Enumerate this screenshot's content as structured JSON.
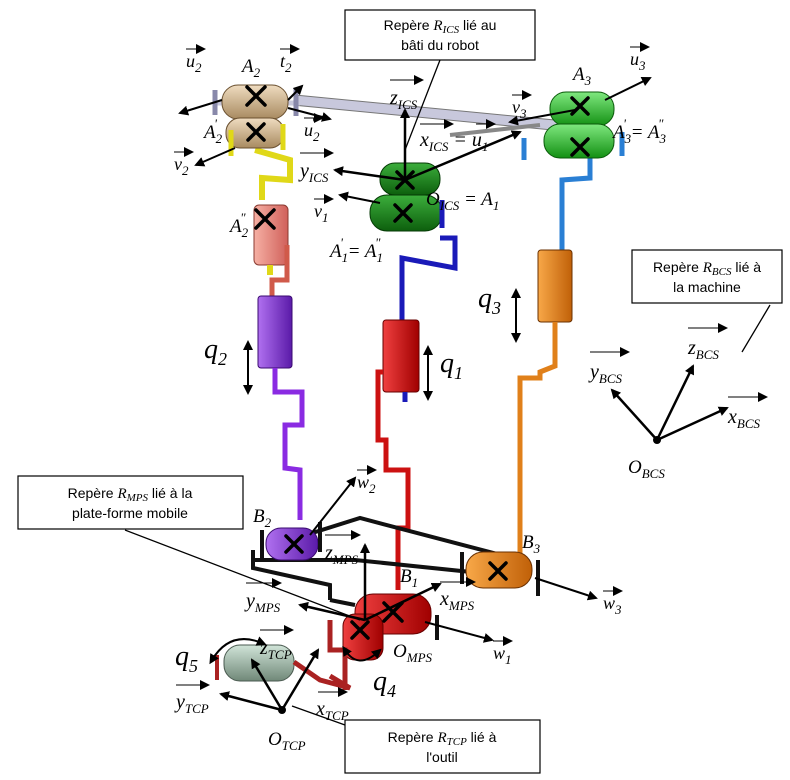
{
  "callouts": {
    "ics": {
      "line1_pre": "Repère ",
      "line1_sym": "R",
      "line1_sub": "ICS",
      "line1_post": " lié au",
      "line2": "bâti du robot"
    },
    "bcs": {
      "line1_pre": "Repère ",
      "line1_sym": "R",
      "line1_sub": "BCS",
      "line1_post": " lié à",
      "line2": "la machine"
    },
    "mps": {
      "line1_pre": "Repère ",
      "line1_sym": "R",
      "line1_sub": "MPS",
      "line1_post": " lié à la",
      "line2": "plate-forme mobile"
    },
    "tcp": {
      "line1_pre": "Repère ",
      "line1_sym": "R",
      "line1_sub": "TCP",
      "line1_post": " lié à",
      "line2": "l'outil"
    }
  },
  "joints": {
    "q1": {
      "main": "q",
      "sub": "1"
    },
    "q2": {
      "main": "q",
      "sub": "2"
    },
    "q3": {
      "main": "q",
      "sub": "3"
    },
    "q4": {
      "main": "q",
      "sub": "4"
    },
    "q5": {
      "main": "q",
      "sub": "5"
    }
  },
  "points": {
    "A2": {
      "main": "A",
      "sub": "2"
    },
    "A2p": {
      "main": "A",
      "sub": "2",
      "sup": "'"
    },
    "A2pp": {
      "main": "A",
      "sub": "2",
      "sup": "\""
    },
    "A3": {
      "main": "A",
      "sub": "3"
    },
    "A3eq": {
      "main": "A",
      "sub": "3",
      "sup": "'",
      "eq": " = ",
      "main2": "A",
      "sub2": "3",
      "sup2": "\""
    },
    "A1eq": {
      "main": "A",
      "sub": "1",
      "sup": "'",
      "eq": " = ",
      "main2": "A",
      "sub2": "1",
      "sup2": "\""
    },
    "OICS": {
      "main": "O",
      "sub": "ICS",
      "eq": " = ",
      "main2": "A",
      "sub2": "1"
    },
    "B1": {
      "main": "B",
      "sub": "1"
    },
    "B2": {
      "main": "B",
      "sub": "2"
    },
    "B3": {
      "main": "B",
      "sub": "3"
    },
    "OMPS": {
      "main": "O",
      "sub": "MPS"
    },
    "OTCP": {
      "main": "O",
      "sub": "TCP"
    },
    "OBCS": {
      "main": "O",
      "sub": "BCS"
    }
  },
  "vectors": {
    "u2": {
      "main": "u",
      "sub": "2"
    },
    "t2": {
      "main": "t",
      "sub": "2"
    },
    "u2p": {
      "main": "u",
      "sub": "2",
      "sup": "'"
    },
    "v2": {
      "main": "v",
      "sub": "2"
    },
    "u3": {
      "main": "u",
      "sub": "3"
    },
    "v3": {
      "main": "v",
      "sub": "3"
    },
    "v1": {
      "main": "v",
      "sub": "1"
    },
    "zICS": {
      "main": "z",
      "sub": "ICS"
    },
    "xICS": {
      "main": "x",
      "sub": "ICS",
      "eq": " = ",
      "main2": "u",
      "sub2": "1"
    },
    "yICS": {
      "main": "y",
      "sub": "ICS"
    },
    "zBCS": {
      "main": "z",
      "sub": "BCS"
    },
    "yBCS": {
      "main": "y",
      "sub": "BCS"
    },
    "xBCS": {
      "main": "x",
      "sub": "BCS"
    },
    "w2": {
      "main": "w",
      "sub": "2"
    },
    "w1": {
      "main": "w",
      "sub": "1"
    },
    "w3": {
      "main": "w",
      "sub": "3"
    },
    "zMPS": {
      "main": "z",
      "sub": "MPS"
    },
    "yMPS": {
      "main": "y",
      "sub": "MPS"
    },
    "xMPS": {
      "main": "x",
      "sub": "MPS"
    },
    "zTCP": {
      "main": "z",
      "sub": "TCP"
    },
    "yTCP": {
      "main": "y",
      "sub": "TCP"
    },
    "xTCP": {
      "main": "x",
      "sub": "TCP"
    }
  },
  "colors": {
    "leg1": "#cc1111",
    "leg2": "#8a2be2",
    "leg3": "#e0801a",
    "carriage1": "#1a1ab8",
    "carriage3": "#2a7fd4",
    "green": "#22b822",
    "tan": "#d2b48c",
    "salmon": "#f08070",
    "yellow": "#e8e020",
    "tool": "#9fb8a8",
    "link": "#c0c0d8"
  }
}
